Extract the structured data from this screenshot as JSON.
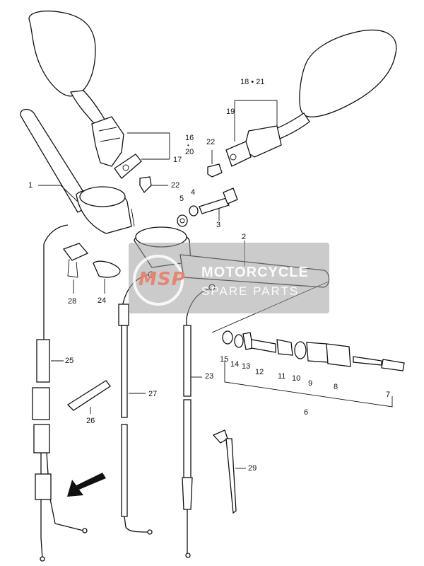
{
  "watermark": {
    "logo_text": "MSP",
    "title": "MOTORCYCLE",
    "subtitle": "SPARE PARTS"
  },
  "callouts": {
    "p1": "1",
    "p2": "2",
    "p3": "3",
    "p4": "4",
    "p5": "5",
    "p6": "6",
    "p7": "7",
    "p8": "8",
    "p9": "9",
    "p10": "10",
    "p11": "11",
    "p12": "12",
    "p13": "13",
    "p14": "14",
    "p15": "15",
    "p16": "16",
    "p16_dot": "•",
    "p20": "20",
    "p17": "17",
    "p18_21": "18 • 21",
    "p19": "19",
    "p22a": "22",
    "p22b": "22",
    "p23": "23",
    "p24": "24",
    "p25": "25",
    "p26": "26",
    "p27": "27",
    "p28": "28",
    "p29": "29"
  }
}
